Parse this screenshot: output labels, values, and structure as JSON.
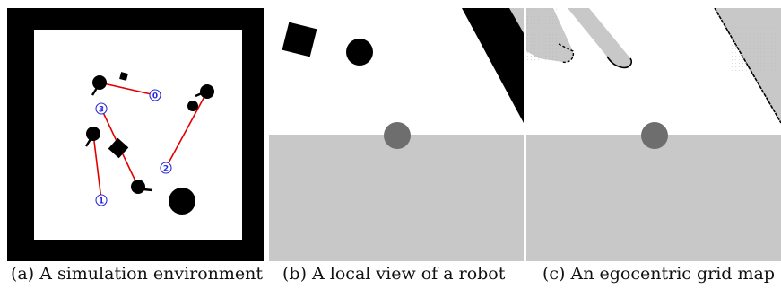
{
  "panels": [
    {
      "id": "a",
      "caption": "(a) A simulation environment"
    },
    {
      "id": "b",
      "caption": "(b) A local view of a robot"
    },
    {
      "id": "c",
      "caption": "(c) An egocentric grid map"
    }
  ],
  "robots": [
    {
      "label": "0"
    },
    {
      "label": "1"
    },
    {
      "label": "2"
    },
    {
      "label": "3"
    }
  ],
  "colors": {
    "wall": "#000000",
    "floor": "#ffffff",
    "unknown": "#c8c8c8",
    "robot_in_map": "#6e6e6e",
    "path_line": "#e00000",
    "goal_marker": "#2a2ae0"
  }
}
